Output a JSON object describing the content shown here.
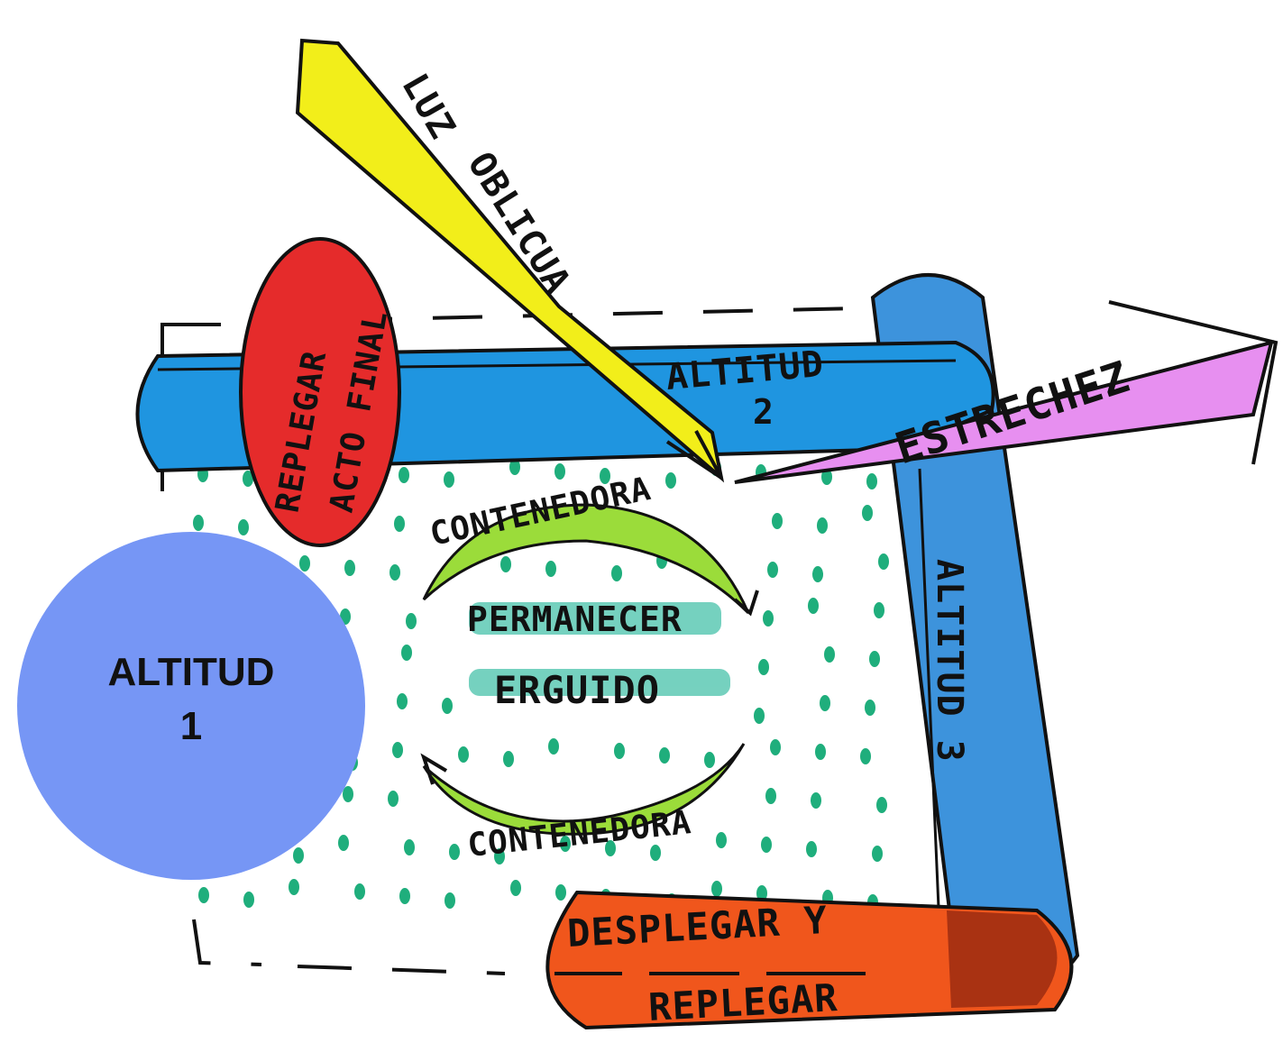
{
  "colors": {
    "background": "#ffffff",
    "altitud_blue": "#1f95e0",
    "altitud3_blue": "#3d93dc",
    "luz_yellow": "#f2ee1a",
    "estrechez_pink": "#e78ff0",
    "replegar_red": "#e52b2b",
    "despliegue_orange": "#f0561c",
    "contenedora_green": "#9bdc3a",
    "erguido_teal": "#5ec9b4",
    "dots_green": "#1fae7c",
    "badge_blue": "#7696f5",
    "ink": "#111111"
  },
  "badge": {
    "line1": "ALTITUD",
    "line2": "1"
  },
  "labels": {
    "luz": "LUZ",
    "oblicua": "OBLICUA",
    "altitud2_line1": "ALTITUD",
    "altitud2_line2": "2",
    "estrechez": "ESTRECHEZ",
    "replegar_line1": "REPLEGAR",
    "replegar_line2": "ACTO FINAL",
    "contenedora_top": "CONTENEDORA",
    "permanecer": "PERMANECER",
    "erguido": "ERGUIDO",
    "contenedora_bottom": "CONTENEDORA",
    "altitud3": "ALTITUD 3",
    "desplegar": "DESPLEGAR Y",
    "replegar_bottom": "REPLEGAR"
  }
}
